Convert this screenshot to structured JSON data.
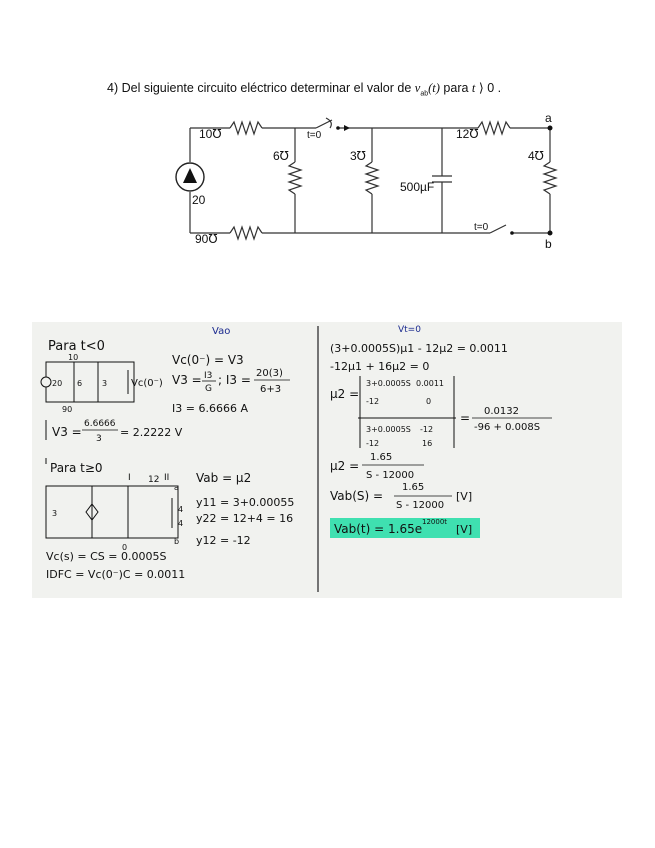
{
  "problem": {
    "text_before": "4) Del siguiente circuito eléctrico determinar el valor de ",
    "var_main": "v",
    "var_sub": "ab",
    "var_arg": "(t)",
    "text_mid": " para ",
    "cond_var": "t",
    "cond_rest": " ⟩ 0 ."
  },
  "circuit": {
    "r_top_left": "10℧",
    "r_mid1": "6℧",
    "r_mid2": "3℧",
    "r_top_right": "12℧",
    "r_right": "4℧",
    "r_bottom_left": "90℧",
    "source_value": "20",
    "capacitor": "500µF",
    "switch1": "t=0",
    "switch2": "t=0",
    "node_a": "a",
    "node_b": "b"
  },
  "board": {
    "top_note_left": "Vao",
    "top_note_right": "Vt=0",
    "left": {
      "title1": "Para t<0",
      "circ1_top_label": "10",
      "circ1_src": "20",
      "circ1_r1": "6",
      "circ1_r2": "3",
      "circ1_cap": "Vc(0⁻)",
      "circ1_bottom": "90",
      "eq1": "Vc(0⁻) = V3",
      "eq2a": "V3 =",
      "eq2_frac_num": "I3",
      "eq2_frac_den": "G",
      "eq2b": "; I3 =",
      "eq2_frac2_num": "20(3)",
      "eq2_frac2_den": "6+3",
      "eq3": "I3 = 6.6666 A",
      "eq4a": "V3 =",
      "eq4_num": "6.6666",
      "eq4_den": "3",
      "eq4b": "= 2.2222 V",
      "title2": "Para t≥0",
      "circ2_i1": "I",
      "circ2_12": "12",
      "circ2_i2": "II",
      "circ2_a": "a",
      "circ2_3": "3",
      "circ2_4a": "4",
      "circ2_4b": "4",
      "circ2_b": "b",
      "circ2_0": "0",
      "eq5": "Vab = μ2",
      "eq6": "y11 = 3+0.00055",
      "eq7": "y22 = 12+4 = 16",
      "eq8": "y12 = -12",
      "eq9": "Vc(s) = CS = 0.0005S",
      "eq10": "IDFC = Vc(0⁻)C = 0.0011"
    },
    "right": {
      "eq1": "(3+0.0005S)μ1 - 12μ2 = 0.0011",
      "eq2": "-12μ1 + 16μ2 = 0",
      "mu2_label": "μ2 =",
      "det_num_r1c1": "3+0.0005S",
      "det_num_r1c2": "0.0011",
      "det_num_r2c1": "-12",
      "det_num_r2c2": "0",
      "det_den_r1c1": "3+0.0005S",
      "det_den_r1c2": "-12",
      "det_den_r2c1": "-12",
      "det_den_r2c2": "16",
      "eq_equals": "=",
      "frac_res_num": "0.0132",
      "frac_res_den": "-96 + 0.008S",
      "mu2b_label": "μ2 =",
      "mu2b_num": "1.65",
      "mu2b_den": "S - 12000",
      "vab_label": "Vab(S) =",
      "vab_num": "1.65",
      "vab_den": "S - 12000",
      "vab_unit": "[V]",
      "final_base": "Vab(t) = 1.65e",
      "final_exp": "12000t",
      "final_unit": "[V]",
      "highlight_color": "#3fe0b0"
    }
  }
}
